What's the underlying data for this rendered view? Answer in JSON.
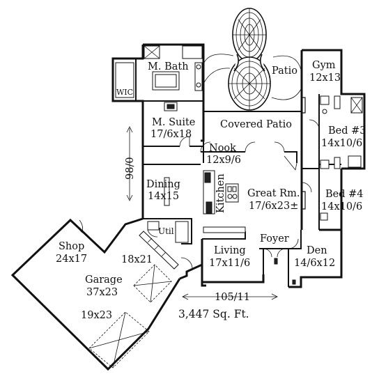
{
  "rooms": {
    "m_bath": {
      "name": "M. Bath"
    },
    "wic": {
      "name": "WIC"
    },
    "m_suite": {
      "name": "M. Suite",
      "size": "17/6x18"
    },
    "covered_patio": {
      "name": "Covered Patio"
    },
    "patio": {
      "name": "Patio"
    },
    "gym": {
      "name": "Gym",
      "size": "12x13"
    },
    "bed3": {
      "name": "Bed #3",
      "size": "14x10/6"
    },
    "bed4": {
      "name": "Bed #4",
      "size": "14x10/6"
    },
    "nook": {
      "name": "Nook",
      "size": "12x9/6"
    },
    "dining": {
      "name": "Dining",
      "size": "14x15"
    },
    "kitchen": {
      "name": "Kitchen"
    },
    "great_rm": {
      "name": "Great Rm.",
      "size": "17/6x23±"
    },
    "util": {
      "name": "Util"
    },
    "foyer": {
      "name": "Foyer"
    },
    "den": {
      "name": "Den",
      "size": "14/6x12"
    },
    "living": {
      "name": "Living",
      "size": "17x11/6"
    },
    "shop": {
      "name": "Shop",
      "size": "24x17"
    },
    "garage": {
      "name": "Garage",
      "size": "37x23",
      "bay_left": "18x21",
      "bay_right": "19x23"
    }
  },
  "dimensions": {
    "depth": "98/0",
    "width": "105/11"
  },
  "total_area": "3,447 Sq. Ft."
}
